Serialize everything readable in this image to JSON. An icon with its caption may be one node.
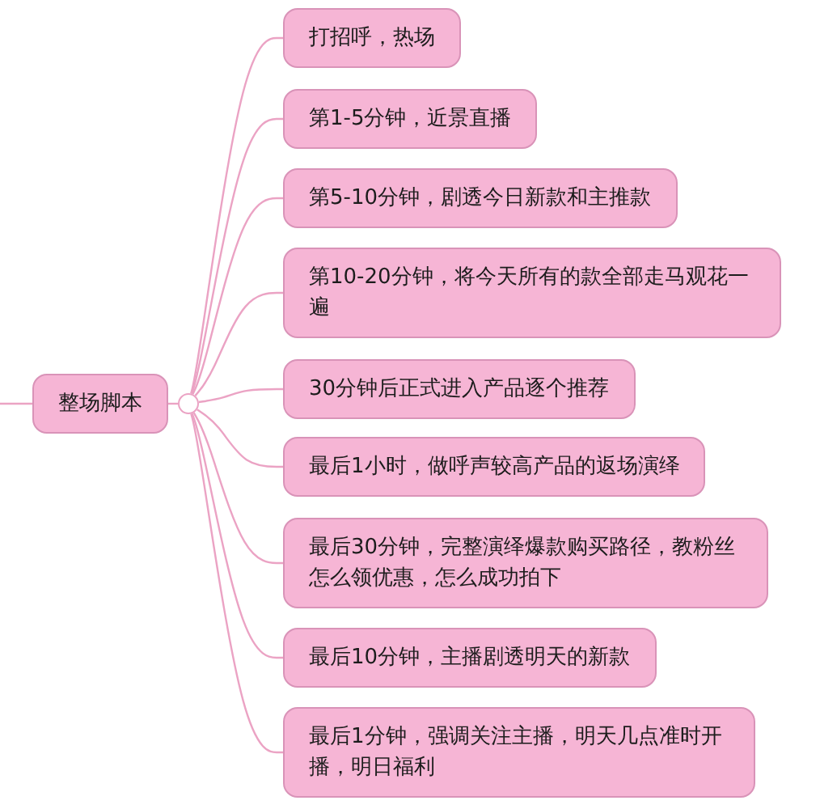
{
  "diagram": {
    "nodes": [
      {
        "text": [
          "整场脚本"
        ]
      },
      {
        "text": [],
        "shape": "circle"
      },
      {
        "text": [
          "打招呼，热场"
        ]
      },
      {
        "text": [
          "第1-5分钟，近景直播"
        ]
      },
      {
        "text": [
          "第5-10分钟，剧透今日新款和主推款"
        ]
      },
      {
        "text": [
          "第10-20分钟，将今天所有的款全部走马观花一遍"
        ]
      },
      {
        "text": [
          "30分钟后正式进入产品逐个推荐"
        ]
      },
      {
        "text": [
          "最后1小时，做呼声较高产品的返场演绎"
        ]
      },
      {
        "text": [
          "最后30分钟，完整演绎爆款购买路径，教粉丝怎么领优惠，怎么成功拍下"
        ]
      },
      {
        "text": [
          "最后10分钟，主播剧透明天的新款"
        ]
      },
      {
        "text": [
          "最后1分钟，强调关注主播，明天几点准时开播，明日福利"
        ]
      }
    ],
    "edges": [
      {
        "from": null,
        "to": 0,
        "arrow": "none"
      },
      {
        "from": 0,
        "to": 1,
        "arrow": "none"
      },
      {
        "from": 1,
        "to": 2,
        "arrow": "none"
      },
      {
        "from": 1,
        "to": 3,
        "arrow": "none"
      },
      {
        "from": 1,
        "to": 4,
        "arrow": "none"
      },
      {
        "from": 1,
        "to": 5,
        "arrow": "none"
      },
      {
        "from": 1,
        "to": 6,
        "arrow": "none"
      },
      {
        "from": 1,
        "to": 7,
        "arrow": "none"
      },
      {
        "from": 1,
        "to": 8,
        "arrow": "none"
      },
      {
        "from": 1,
        "to": 9,
        "arrow": "none"
      },
      {
        "from": 1,
        "to": 10,
        "arrow": "none"
      }
    ]
  }
}
